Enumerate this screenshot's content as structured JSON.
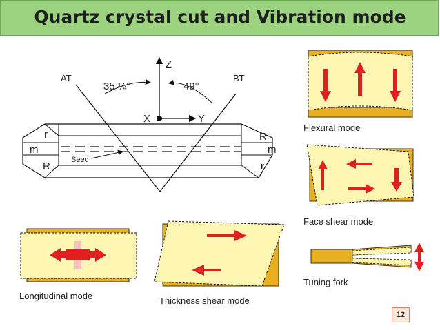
{
  "title": "Quartz crystal cut and Vibration mode",
  "colors": {
    "title_bg": "#9bd37e",
    "plate_fill": "#fdf6b2",
    "electrode": "#e8b020",
    "arrow": "#e02020"
  },
  "crystal": {
    "angle_at": "35 ¼°",
    "angle_bt": "49°",
    "label_at": "AT",
    "label_bt": "BT",
    "axis_z": "Z",
    "axis_x": "X",
    "axis_y": "Y",
    "face_r": "r",
    "face_m": "m",
    "face_R": "R",
    "seed": "Seed"
  },
  "modes": {
    "flexural": "Flexural mode",
    "face_shear": "Face shear mode",
    "tuning_fork": "Tuning fork",
    "longitudinal": "Longitudinal mode",
    "thickness_shear": "Thickness shear mode"
  },
  "page_number": "12"
}
